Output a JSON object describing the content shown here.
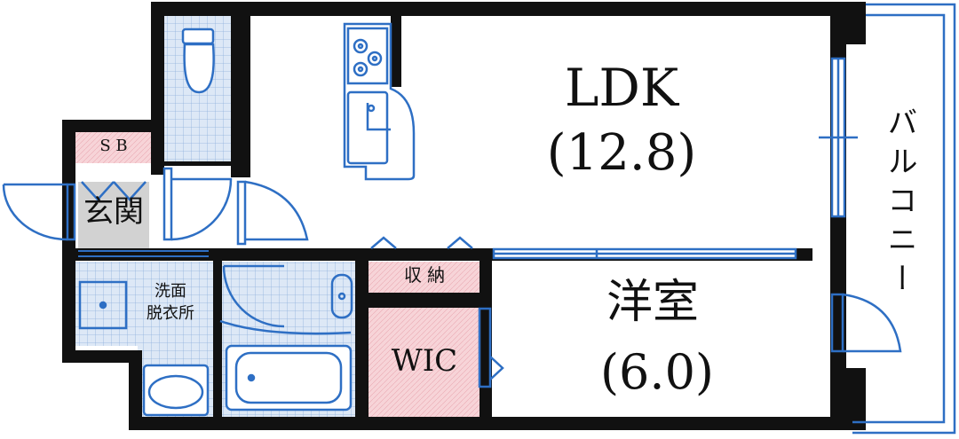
{
  "rooms": {
    "ldk": {
      "name": "LDK",
      "size": "(12.8)"
    },
    "western": {
      "name": "洋室",
      "size": "(6.0)"
    },
    "wic": {
      "name": "WIC"
    },
    "storage": {
      "name": "収 納"
    },
    "sb": {
      "name": "S B"
    },
    "entrance": {
      "name": "玄関"
    },
    "washroom": {
      "line1": "洗面",
      "line2": "脱衣所"
    },
    "balcony": {
      "name": "バルコニー"
    }
  },
  "colors": {
    "wall": "#111111",
    "fixture": "#2e6fc4",
    "tile": "#dde8f6",
    "tile_grid": "#8fb0dc",
    "pink": "#f7d4d8",
    "entrance_floor": "#d2d2d2"
  },
  "icons": [
    "toilet-icon",
    "stove-icon",
    "sink-icon",
    "bathtub-icon",
    "washbasin-icon",
    "washing-machine-icon",
    "door-icon",
    "window-icon"
  ]
}
